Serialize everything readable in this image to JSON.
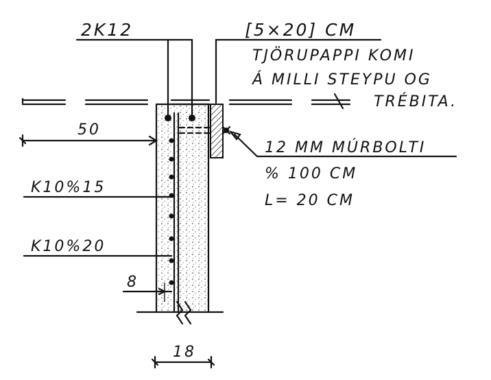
{
  "labels": {
    "rebar_top": "2K12",
    "groove": "[5×20] CM",
    "note_line1": "TJÖRUPAPPI KOMI",
    "note_line2": "Á MILLI STEYPU OG",
    "note_line3": "TRÉBITA.",
    "bolt_line1": "12 MM MÚRBOLTI",
    "bolt_line2": "% 100 CM",
    "bolt_line3": "L= 20 CM",
    "dim_50": "50",
    "stirrup_1": "K10%15",
    "stirrup_2": "K10%20",
    "dim_8": "8",
    "dim_18": "18"
  }
}
